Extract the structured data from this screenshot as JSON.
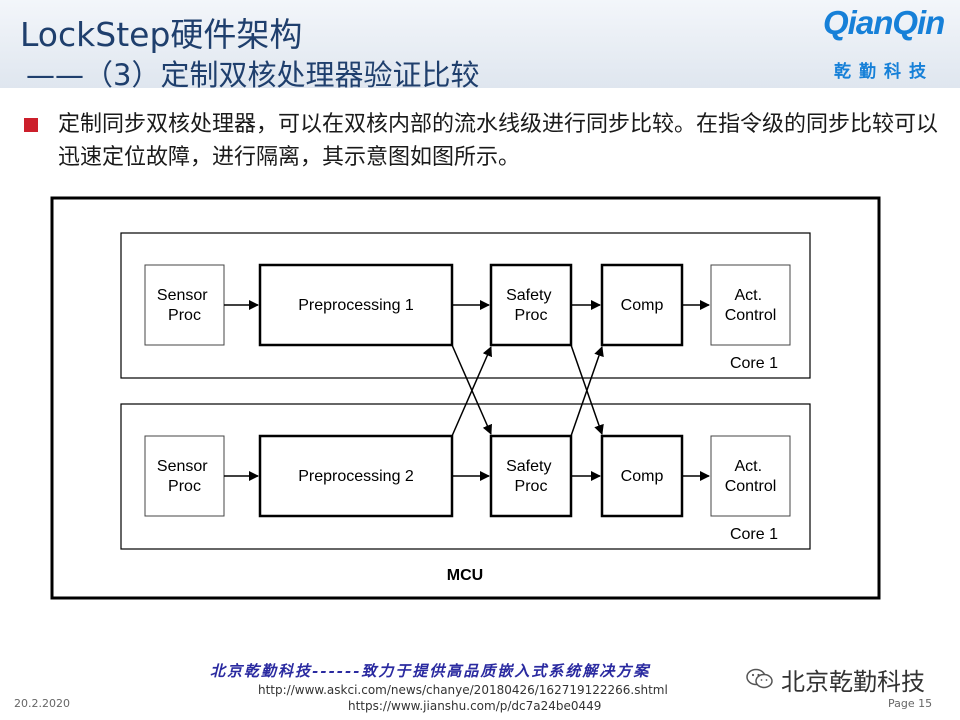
{
  "header": {
    "title_line1": "LockStep硬件架构",
    "title_line2": "——（3）定制双核处理器验证比较",
    "logo_text": "QianQin",
    "logo_cn": "乾勤科技"
  },
  "bullet": {
    "text": "定制同步双核处理器，可以在双核内部的流水线级进行同步比较。在指令级的同步比较可以迅速定位故障，进行隔离，其示意图如图所示。"
  },
  "diagram": {
    "outer_label": "MCU",
    "core1": {
      "label": "Core 1",
      "sensor": [
        "Sensor",
        "Proc"
      ],
      "pre": "Preprocessing 1",
      "safety": [
        "Safety",
        "Proc"
      ],
      "comp": "Comp",
      "act": [
        "Act.",
        "Control"
      ]
    },
    "core2": {
      "label": "Core 1",
      "sensor": [
        "Sensor",
        "Proc"
      ],
      "pre": "Preprocessing 2",
      "safety": [
        "Safety",
        "Proc"
      ],
      "comp": "Comp",
      "act": [
        "Act.",
        "Control"
      ]
    }
  },
  "footer": {
    "slogan": "北京乾勤科技------致力于提供高品质嵌入式系统解决方案",
    "url1": "http://www.askci.com/news/chanye/20180426/162719122266.shtml",
    "url2": "https://www.jianshu.com/p/dc7a24be0449",
    "date": "20.2.2020",
    "page": "Page 15",
    "wechat_label": "北京乾勤科技"
  },
  "colors": {
    "title": "#1f3f6d",
    "logo": "#1680d8",
    "bullet": "#cc1f2b",
    "slogan": "#2a2aa0"
  }
}
